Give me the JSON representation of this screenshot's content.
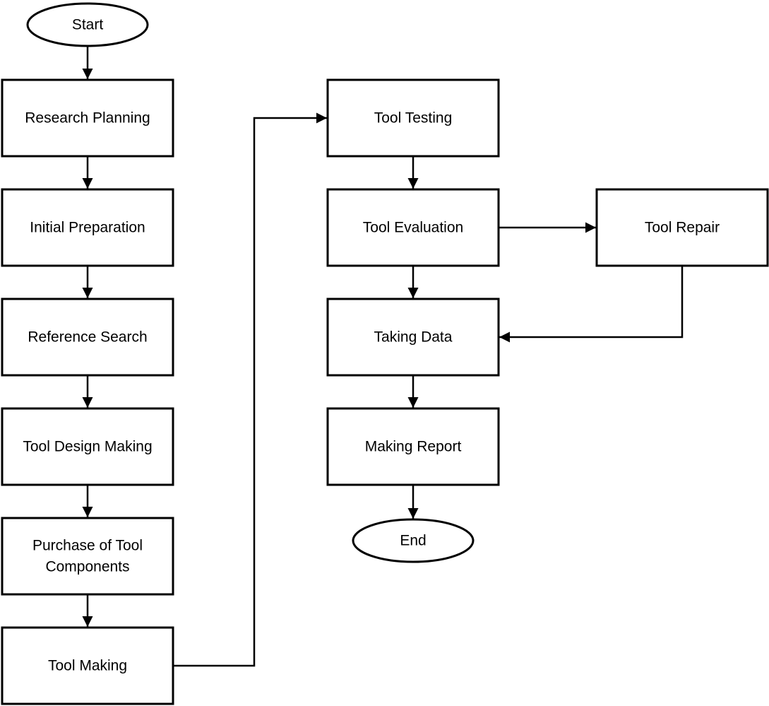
{
  "flowchart": {
    "nodes": [
      {
        "id": "start",
        "shape": "terminal",
        "label": [
          "Start"
        ]
      },
      {
        "id": "research_planning",
        "shape": "process",
        "label": [
          "Research Planning"
        ]
      },
      {
        "id": "initial_preparation",
        "shape": "process",
        "label": [
          "Initial Preparation"
        ]
      },
      {
        "id": "reference_search",
        "shape": "process",
        "label": [
          "Reference Search"
        ]
      },
      {
        "id": "tool_design_making",
        "shape": "process",
        "label": [
          "Tool Design Making"
        ]
      },
      {
        "id": "purchase_of_tool_components",
        "shape": "process",
        "label": [
          "Purchase of Tool",
          "Components"
        ]
      },
      {
        "id": "tool_making",
        "shape": "process",
        "label": [
          "Tool Making"
        ]
      },
      {
        "id": "tool_testing",
        "shape": "process",
        "label": [
          "Tool Testing"
        ]
      },
      {
        "id": "tool_evaluation",
        "shape": "process",
        "label": [
          "Tool Evaluation"
        ]
      },
      {
        "id": "tool_repair",
        "shape": "process",
        "label": [
          "Tool Repair"
        ]
      },
      {
        "id": "taking_data",
        "shape": "process",
        "label": [
          "Taking Data"
        ]
      },
      {
        "id": "making_report",
        "shape": "process",
        "label": [
          "Making Report"
        ]
      },
      {
        "id": "end",
        "shape": "terminal",
        "label": [
          "End"
        ]
      }
    ],
    "edges": [
      {
        "from": "start",
        "to": "research_planning"
      },
      {
        "from": "research_planning",
        "to": "initial_preparation"
      },
      {
        "from": "initial_preparation",
        "to": "reference_search"
      },
      {
        "from": "reference_search",
        "to": "tool_design_making"
      },
      {
        "from": "tool_design_making",
        "to": "purchase_of_tool_components"
      },
      {
        "from": "purchase_of_tool_components",
        "to": "tool_making"
      },
      {
        "from": "tool_making",
        "to": "tool_testing"
      },
      {
        "from": "tool_testing",
        "to": "tool_evaluation"
      },
      {
        "from": "tool_evaluation",
        "to": "tool_repair"
      },
      {
        "from": "tool_evaluation",
        "to": "taking_data"
      },
      {
        "from": "tool_repair",
        "to": "taking_data"
      },
      {
        "from": "taking_data",
        "to": "making_report"
      },
      {
        "from": "making_report",
        "to": "end"
      }
    ]
  }
}
